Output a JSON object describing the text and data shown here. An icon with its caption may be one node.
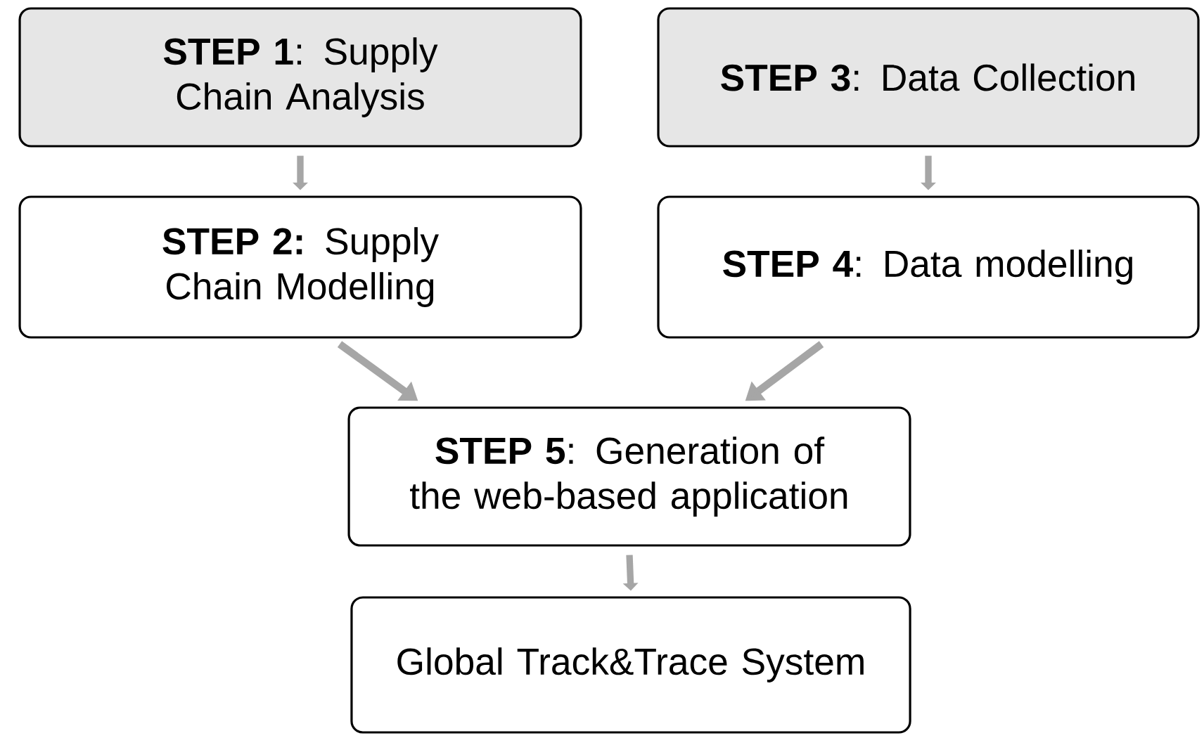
{
  "diagram": {
    "nodes": [
      {
        "text": [
          "**STEP 1**: Supply Chain Analysis"
        ]
      },
      {
        "text": [
          "**STEP 2:** Supply Chain Modelling"
        ]
      },
      {
        "text": [
          "**STEP 3**: Data Collection"
        ]
      },
      {
        "text": [
          "**STEP 4**: Data modelling"
        ]
      },
      {
        "text": [
          "**STEP 5**: Generation of the web-based application"
        ]
      },
      {
        "text": [
          "Global Track&Trace System"
        ]
      }
    ],
    "edges": [
      {
        "from": 0,
        "to": 1,
        "arrow": "to"
      },
      {
        "from": 2,
        "to": 3,
        "arrow": "to"
      },
      {
        "from": 1,
        "to": 4,
        "arrow": "to"
      },
      {
        "from": 3,
        "to": 4,
        "arrow": "to"
      },
      {
        "from": 4,
        "to": 5,
        "arrow": "to"
      }
    ]
  }
}
